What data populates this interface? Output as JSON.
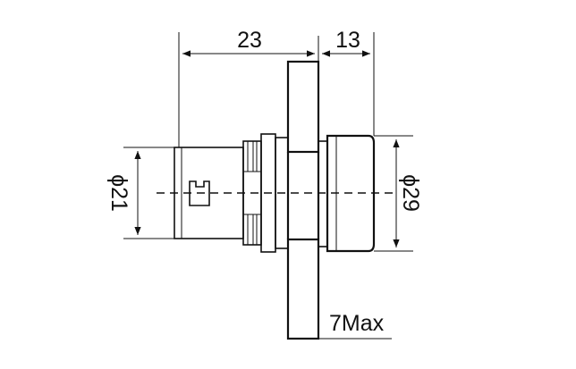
{
  "dimensions": {
    "behind_panel_length": "23",
    "front_projection": "13",
    "body_diameter": "ϕ21",
    "head_diameter": "ϕ29",
    "panel_thickness": "7Max"
  },
  "colors": {
    "ink": "#111111",
    "background": "#ffffff"
  }
}
